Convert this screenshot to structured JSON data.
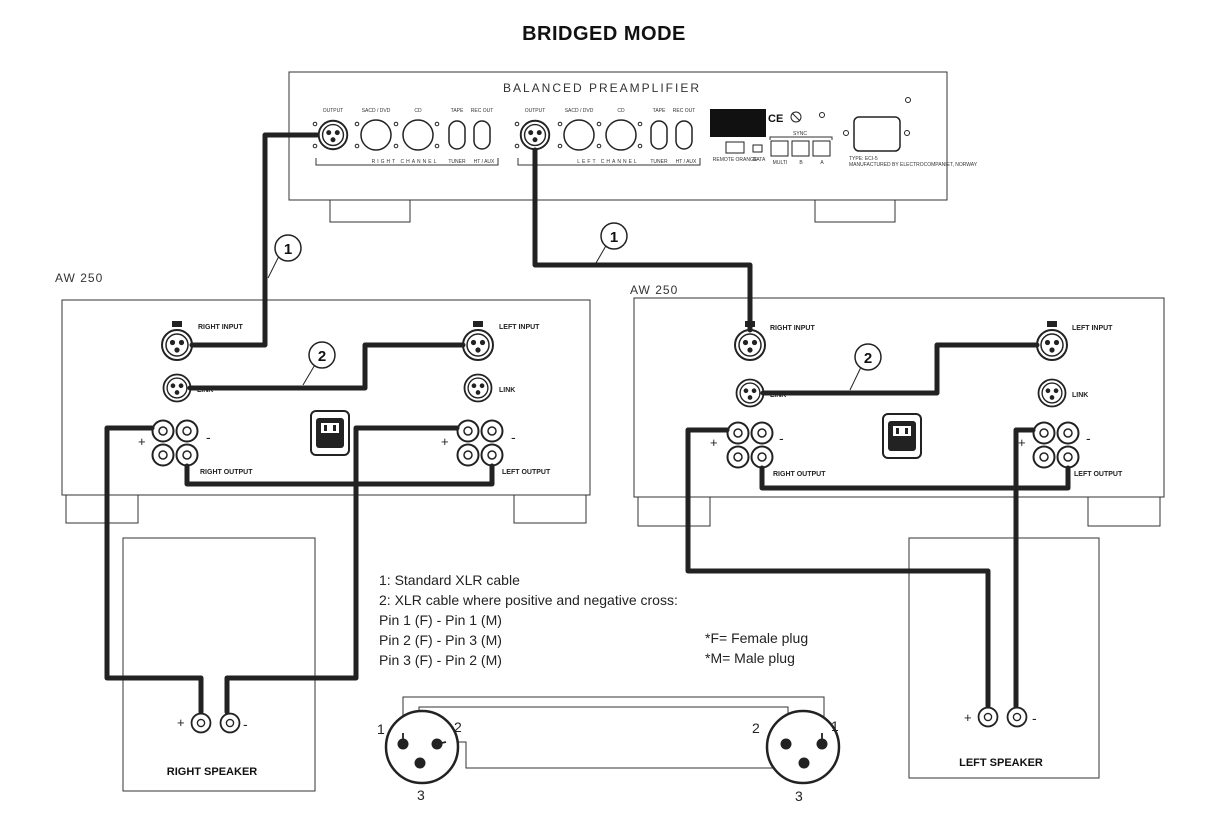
{
  "title": "BRIDGED MODE",
  "preamp": {
    "label": "BALANCED PREAMPLIFIER",
    "right_jacks": [
      "OUTPUT",
      "SACD / DVD",
      "CD",
      "TAPE",
      "REC OUT"
    ],
    "right_channel_label": "RIGHT CHANNEL",
    "right_bottom": [
      "TUNER",
      "HT / AUX"
    ],
    "left_jacks": [
      "OUTPUT",
      "SACD / DVD",
      "CD",
      "TAPE",
      "REC OUT"
    ],
    "left_channel_label": "LEFT CHANNEL",
    "left_bottom": [
      "TUNER",
      "HT / AUX"
    ],
    "ce_mark": "CE",
    "sync_label": "SYNC",
    "sync_ports": [
      "MULTI",
      "B",
      "A"
    ],
    "remote_label": "REMOTE ORANGE",
    "data_label": "DATA",
    "type_label": "TYPE: ECI-5",
    "made_label": "MANUFACTURED BY ELECTROCOMPANIET, NORWAY"
  },
  "amps": [
    {
      "label": "AW 250",
      "right_input": "RIGHT INPUT",
      "left_input": "LEFT INPUT",
      "link_right": "LINK",
      "link_left": "LINK",
      "right_output": "RIGHT OUTPUT",
      "left_output": "LEFT OUTPUT",
      "plus": "+",
      "minus": "-"
    },
    {
      "label": "AW 250",
      "right_input": "RIGHT INPUT",
      "left_input": "LEFT INPUT",
      "link_right": "LINK",
      "link_left": "LINK",
      "right_output": "RIGHT OUTPUT",
      "left_output": "LEFT OUTPUT",
      "plus": "+",
      "minus": "-"
    }
  ],
  "cable_markers": [
    "1",
    "1",
    "2",
    "2"
  ],
  "speakers": [
    {
      "label": "RIGHT SPEAKER",
      "plus": "+",
      "minus": "-"
    },
    {
      "label": "LEFT SPEAKER",
      "plus": "+",
      "minus": "-"
    }
  ],
  "notes": [
    "1: Standard XLR cable",
    "2: XLR cable where positive and negative cross:",
    "Pin 1 (F) - Pin 1 (M)",
    "Pin 2 (F) - Pin 3 (M)",
    "Pin 3 (F) - Pin 2 (M)"
  ],
  "legend": [
    "*F= Female plug",
    "*M= Male plug"
  ],
  "pin_labels": {
    "left": [
      "1",
      "2",
      "3"
    ],
    "right": [
      "2",
      "1",
      "3"
    ]
  }
}
